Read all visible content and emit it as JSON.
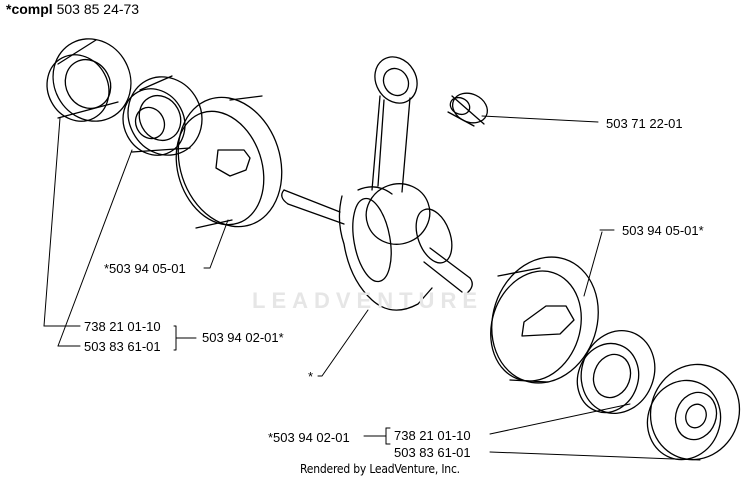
{
  "title": {
    "prefix": "*compl",
    "part_number": "503 85 24-73"
  },
  "callouts": {
    "needle_bearing": "503 71 22-01",
    "crank_half_left": "*503 94 05-01",
    "crank_half_right": "503 94 05-01*",
    "left_bearing_top": "738 21 01-10",
    "left_bearing_bottom": "503 83 61-01",
    "left_bearing_kit": "503 94 02-01*",
    "crank_assembly": "*",
    "right_bearing_kit": "*503 94 02-01",
    "right_bearing_top": "738 21 01-10",
    "right_bearing_bottom": "503 83 61-01"
  },
  "watermark": "LEADVENTURE",
  "footer": "Rendered by LeadVenture, Inc."
}
